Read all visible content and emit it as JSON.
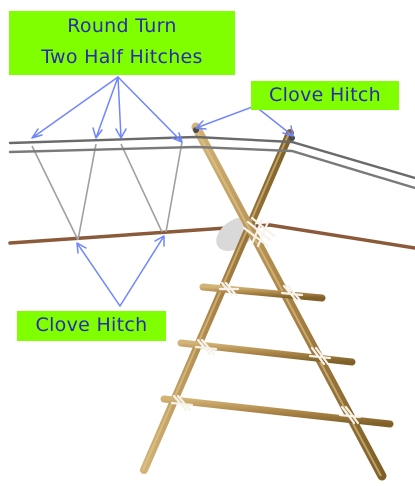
{
  "labels": {
    "top": [
      "Round Turn",
      "Two Half Hitches"
    ],
    "clove_top": "Clove Hitch",
    "clove_bottom": "Clove Hitch"
  },
  "colors": {
    "label_bg": "#7fff00",
    "label_text": "#2b2bb0",
    "arrow": "#6f86ff",
    "top_rope": "#5a5a5a",
    "lower_rope": "#8a5a3a",
    "pole": "#b08a48",
    "pole_light": "#d7b878",
    "pole_dark": "#7e6028",
    "lash": "#f3efe6",
    "spar_line": "#9a9a9a",
    "shadow": "#cfcfcf"
  }
}
